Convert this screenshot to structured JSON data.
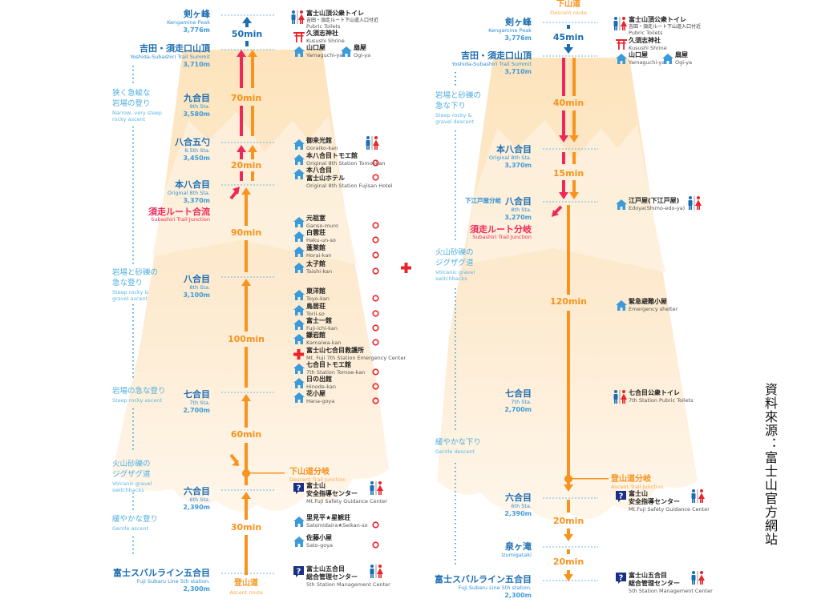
{
  "source_note": "資料來源：富士山官方網站",
  "colors": {
    "station_blue": "#1b6db3",
    "altitude_blue": "#3f9bd8",
    "route_orange": "#f7931e",
    "subashiri_red": "#f0285a",
    "hut_blue": "#3b9ad9"
  },
  "left": {
    "route_label": {
      "ja": "登山道",
      "en": "Ascent route"
    },
    "stations": [
      {
        "ja": "剣ヶ峰",
        "en": "Kengamine Peak",
        "alt": "3,776m"
      },
      {
        "ja": "吉田・須走口山頂",
        "en": "Yoshida-Subashiri Trail Summit",
        "alt": "3,710m"
      },
      {
        "ja": "九合目",
        "en": "9th Sta.",
        "alt": "3,580m"
      },
      {
        "ja": "八合五勺",
        "en": "8.5th Sta.",
        "alt": "3,450m"
      },
      {
        "ja": "本八合目",
        "en": "Original 8th Sta.",
        "alt": "3,370m"
      },
      {
        "ja": "八合目",
        "en": "8th Sta.",
        "alt": "3,100m"
      },
      {
        "ja": "七合目",
        "en": "7th Sta.",
        "alt": "2,700m"
      },
      {
        "ja": "六合目",
        "en": "6th Sta.",
        "alt": "2,390m"
      },
      {
        "ja": "富士スバルライン五合目",
        "en": "Fuji Subaru Line 5th station.",
        "alt": "2,300m"
      }
    ],
    "merge": {
      "ja": "須走ルート合流",
      "en": "Subashiri Trail Junction"
    },
    "junction": {
      "ja": "下山道分岐",
      "en": "Descent Trail Junction"
    },
    "descriptions": [
      {
        "ja": [
          "狭く急峻な",
          "岩場の登り"
        ],
        "en": [
          "Narrow, very steep",
          "rocky ascent"
        ]
      },
      {
        "ja": [
          "岩場と砂礫の",
          "急な登り"
        ],
        "en": [
          "Steep rocky &",
          "gravel ascent"
        ]
      },
      {
        "ja": [
          "岩場の急な登り"
        ],
        "en": [
          "Steep rocky ascent"
        ]
      },
      {
        "ja": [
          "火山砂礫の",
          "ジグザグ道"
        ],
        "en": [
          "Volcanic gravel",
          "switchbacks"
        ]
      },
      {
        "ja": [
          "緩やかな登り"
        ],
        "en": [
          "Gentle ascent"
        ]
      }
    ],
    "times": [
      "50min",
      "70min",
      "20min",
      "90min",
      "100min",
      "60min",
      "30min"
    ],
    "facilities": [
      {
        "icon": "toilet",
        "ja": [
          "富士山頂公衆トイレ"
        ],
        "sub": "吉田・須走ルート下山道入口付近",
        "en": "Pubric Toilets",
        "marks": []
      },
      {
        "icon": "torii",
        "ja": [
          "久須志神社"
        ],
        "en": "Kusushi Shrine",
        "marks": []
      },
      {
        "icon": "house",
        "ja": [
          "山口屋"
        ],
        "en": "Yamaguchi-ya",
        "marks": []
      },
      {
        "icon": "house",
        "ja": [
          "扇屋"
        ],
        "en": "Ogi-ya",
        "marks": []
      },
      {
        "icon": "house",
        "ja": [
          "御来光館"
        ],
        "en": "Goraiko-kan",
        "marks": [
          "toilet"
        ]
      },
      {
        "icon": "house",
        "ja": [
          "本八合目トモエ館"
        ],
        "en": "Original 8th Station Tomoekan",
        "marks": [
          "circle"
        ]
      },
      {
        "icon": "house",
        "ja": [
          "本八合目",
          "富士山ホテル"
        ],
        "en": "Original 8th Station Fujisan Hotel",
        "marks": [
          "circle"
        ]
      },
      {
        "icon": "house",
        "ja": [
          "元祖室"
        ],
        "en": "Ganso-muro",
        "marks": [
          "circle"
        ]
      },
      {
        "icon": "house",
        "ja": [
          "白雲荘"
        ],
        "en": "Haku-un-so",
        "marks": [
          "circle"
        ]
      },
      {
        "icon": "house",
        "ja": [
          "蓬莱館"
        ],
        "en": "Horai-kan",
        "marks": [
          "circle"
        ]
      },
      {
        "icon": "house",
        "ja": [
          "太子館"
        ],
        "en": "Taishi-kan",
        "marks": [
          "circle",
          "cross"
        ]
      },
      {
        "icon": "house",
        "ja": [
          "東洋館"
        ],
        "en": "Toyo-kan",
        "marks": [
          "circle"
        ]
      },
      {
        "icon": "house",
        "ja": [
          "鳥居荘"
        ],
        "en": "Torii-so",
        "marks": [
          "circle"
        ]
      },
      {
        "icon": "house",
        "ja": [
          "富士一館"
        ],
        "en": "Fuji-ichi-kan",
        "marks": [
          "circle"
        ]
      },
      {
        "icon": "house",
        "ja": [
          "鎌岩館"
        ],
        "en": "Kamaiwa-kan",
        "marks": [
          "circle"
        ]
      },
      {
        "icon": "cross",
        "ja": [
          "富士山七合目救護所"
        ],
        "en": "Mt. Fuji 7th Station Emergency Center",
        "marks": []
      },
      {
        "icon": "house",
        "ja": [
          "七合目トモエ館"
        ],
        "en": "7th Station Tomoe-kan",
        "marks": [
          "circle"
        ]
      },
      {
        "icon": "house",
        "ja": [
          "日の出館"
        ],
        "en": "Hinode-kan",
        "marks": [
          "circle"
        ]
      },
      {
        "icon": "house",
        "ja": [
          "花小屋"
        ],
        "en": "Hana-goya",
        "marks": [
          "circle"
        ]
      },
      {
        "icon": "info",
        "ja": [
          "富士山",
          "安全指導センター"
        ],
        "en": "Mt.Fuji Safety Guidance Center",
        "marks": [
          "toilet"
        ]
      },
      {
        "icon": "house",
        "ja": [
          "里見平★星観荘"
        ],
        "en": "Satomidaira★Seikan-so",
        "marks": [
          "circle"
        ]
      },
      {
        "icon": "house",
        "ja": [
          "佐藤小屋"
        ],
        "en": "Sato-goya",
        "marks": [
          "circle"
        ]
      },
      {
        "icon": "info",
        "ja": [
          "富士山五合目",
          "総合管理センター"
        ],
        "en": "5th Station Management Center",
        "marks": [
          "toilet"
        ]
      }
    ]
  },
  "right": {
    "route_label": {
      "ja": "下山道",
      "en": "Descent route"
    },
    "stations": [
      {
        "ja": "剣ヶ峰",
        "en": "Kengamine Peak",
        "alt": "3,776m"
      },
      {
        "ja": "吉田・須走口山頂",
        "en": "Yoshida-Subashiri Trail Summit",
        "alt": "3,710m"
      },
      {
        "ja": "本八合目",
        "en": "Original 8th Sta.",
        "alt": "3,370m"
      },
      {
        "ja": "八合目",
        "en": "8th Sta.",
        "alt": "3,270m"
      },
      {
        "ja": "七合目",
        "en": "7th Sta.",
        "alt": "2,700m"
      },
      {
        "ja": "六合目",
        "en": "6th Sta.",
        "alt": "2,390m"
      },
      {
        "ja": "泉ヶ滝",
        "en": "Izumigataki",
        "alt": ""
      },
      {
        "ja": "富士スバルライン五合目",
        "en": "Fuji Subaru Line 5th station.",
        "alt": "2,300m"
      }
    ],
    "shimoedoya_branch": "下江戸屋分岐",
    "branch": {
      "ja": "須走ルート分岐",
      "en": "Subashiri Trail Junction"
    },
    "junction": {
      "ja": "登山道分岐",
      "en": "Ascent Trail Junction"
    },
    "descriptions": [
      {
        "ja": [
          "岩場と砂礫の",
          "急な下り"
        ],
        "en": [
          "Steep rocky &",
          "gravel descent"
        ]
      },
      {
        "ja": [
          "火山砂礫の",
          "ジグザグ道"
        ],
        "en": [
          "Volcanic gravel",
          "switchbacks"
        ]
      },
      {
        "ja": [
          "緩やかな下り"
        ],
        "en": [
          "Gentle descent"
        ]
      }
    ],
    "times": [
      "45min",
      "40min",
      "15min",
      "120min",
      "20min",
      "20min"
    ],
    "facilities": [
      {
        "icon": "toilet",
        "ja": [
          "富士山頂公衆トイレ"
        ],
        "sub": "吉田・須走ルート下山道入口付近",
        "en": "Pubric Toilets",
        "marks": []
      },
      {
        "icon": "torii",
        "ja": [
          "久須志神社"
        ],
        "en": "Kusushi Shrine",
        "marks": []
      },
      {
        "icon": "house",
        "ja": [
          "山口屋"
        ],
        "en": "Yamaguchi-ya",
        "marks": []
      },
      {
        "icon": "house",
        "ja": [
          "扇屋"
        ],
        "en": "Ogi-ya",
        "marks": []
      },
      {
        "icon": "house",
        "ja": [
          "江戸屋(下江戸屋)"
        ],
        "en": "Edoya(Shimo-edo-ya)",
        "marks": [
          "toilet"
        ]
      },
      {
        "icon": "house",
        "ja": [
          "緊急避難小屋"
        ],
        "en": "Emergency shelter",
        "marks": []
      },
      {
        "icon": "toilet",
        "ja": [
          "七合目公衆トイレ"
        ],
        "en": "7th Station Pubric Toilets",
        "marks": []
      },
      {
        "icon": "info",
        "ja": [
          "富士山",
          "安全指導センター"
        ],
        "en": "Mt.Fuji Safety Guidance Center",
        "marks": [
          "toilet"
        ]
      },
      {
        "icon": "info",
        "ja": [
          "富士山五合目",
          "総合管理センター"
        ],
        "en": "5th Station Management Center",
        "marks": [
          "toilet"
        ]
      }
    ]
  }
}
